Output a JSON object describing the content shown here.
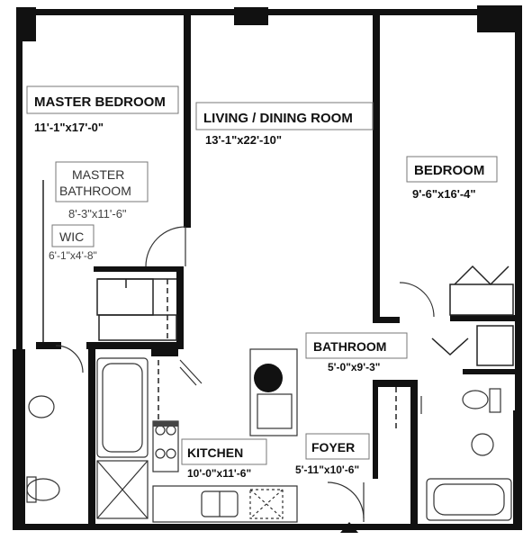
{
  "rooms": {
    "master_bedroom": {
      "name": "MASTER BEDROOM",
      "dims": "11'-1\"x17'-0\""
    },
    "living_dining": {
      "name": "LIVING / DINING ROOM",
      "dims": "13'-1\"x22'-10\""
    },
    "bedroom": {
      "name": "BEDROOM",
      "dims": "9'-6\"x16'-4\""
    },
    "master_bathroom": {
      "name_line1": "MASTER",
      "name_line2": "BATHROOM",
      "dims": "8'-3\"x11'-6\""
    },
    "wic": {
      "name": "WIC",
      "dims": "6'-1\"x4'-8\""
    },
    "bathroom": {
      "name": "BATHROOM",
      "dims": "5'-0\"x9'-3\""
    },
    "kitchen": {
      "name": "KITCHEN",
      "dims": "10'-0\"x11'-6\""
    },
    "foyer": {
      "name": "FOYER",
      "dims": "5'-11\"x10'-6\""
    }
  },
  "colors": {
    "wall": "#111111",
    "fixture": "#555555",
    "label_box": "#888888"
  },
  "icons": {
    "entry": "entry-arrow-icon"
  }
}
